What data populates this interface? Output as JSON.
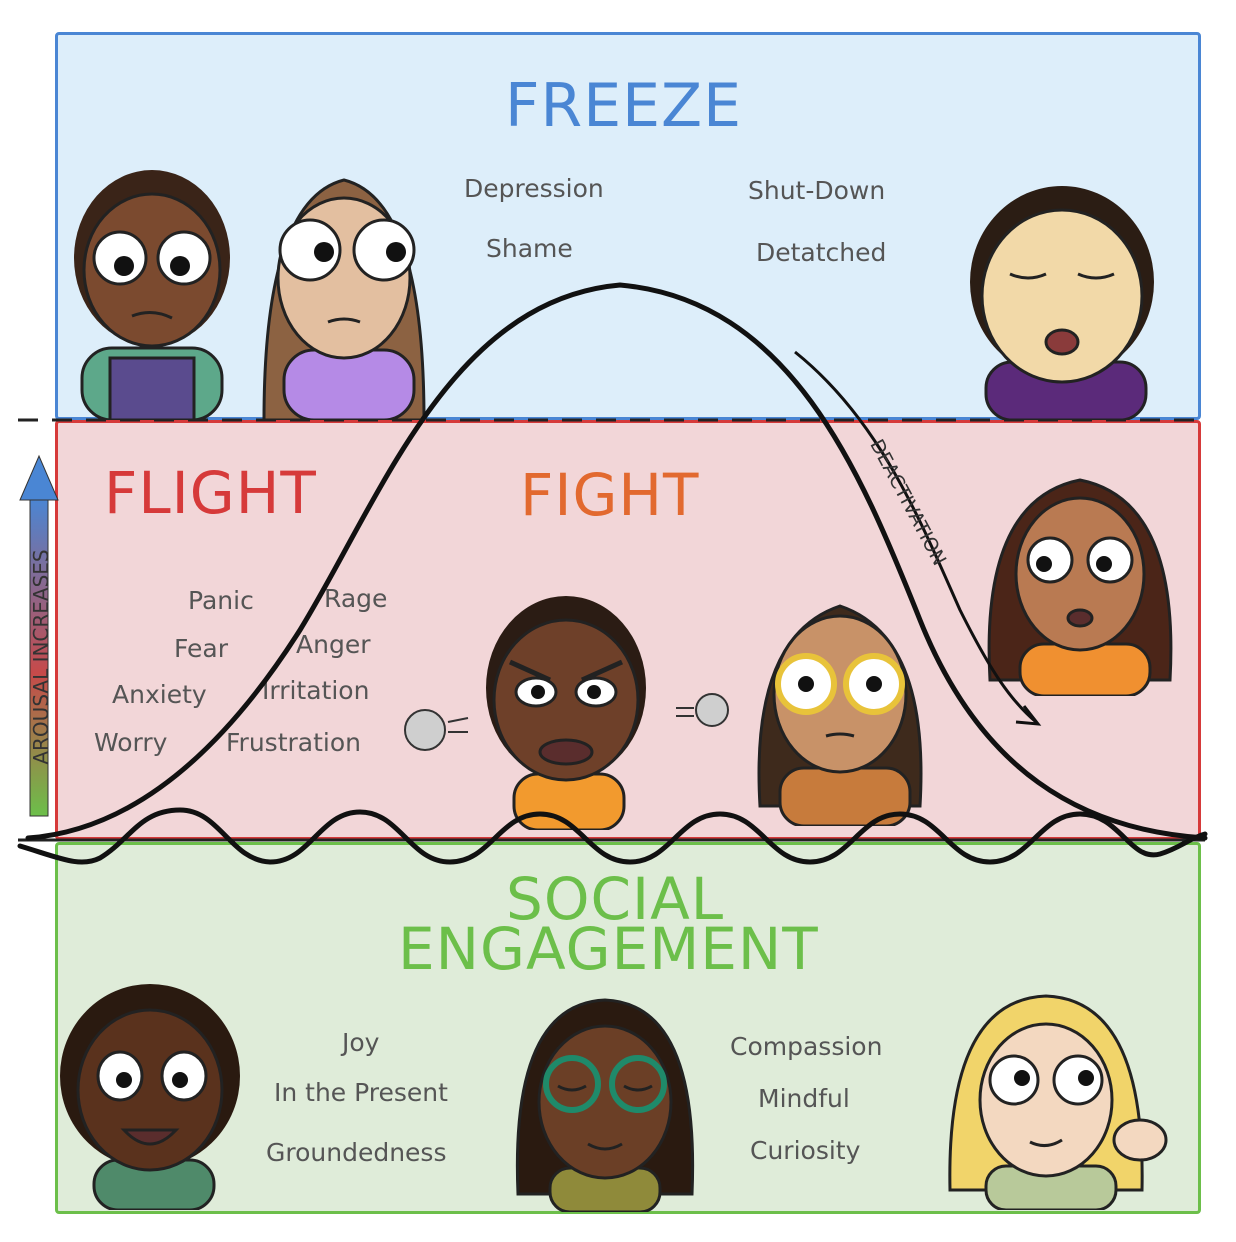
{
  "freeze": {
    "title": "FREEZE",
    "color": "#4a86d4",
    "words": [
      "Depression",
      "Shame",
      "Shut-Down",
      "Detatched"
    ]
  },
  "flight": {
    "title": "FLIGHT",
    "color": "#d63a3a",
    "words": [
      "Panic",
      "Fear",
      "Anxiety",
      "Worry"
    ]
  },
  "fight": {
    "title": "FIGHT",
    "color": "#e2692f",
    "words": [
      "Rage",
      "Anger",
      "Irritation",
      "Frustration"
    ]
  },
  "social": {
    "title_line1": "SOCIAL",
    "title_line2": "ENGAGEMENT",
    "color": "#6cbf4a",
    "words_left": [
      "Joy",
      "In the Present",
      "Groundedness"
    ],
    "words_right": [
      "Compassion",
      "Mindful",
      "Curiosity"
    ]
  },
  "arousal_label": "AROUSAL INCREASES",
  "deactivation_label": "DEACTIVATION"
}
